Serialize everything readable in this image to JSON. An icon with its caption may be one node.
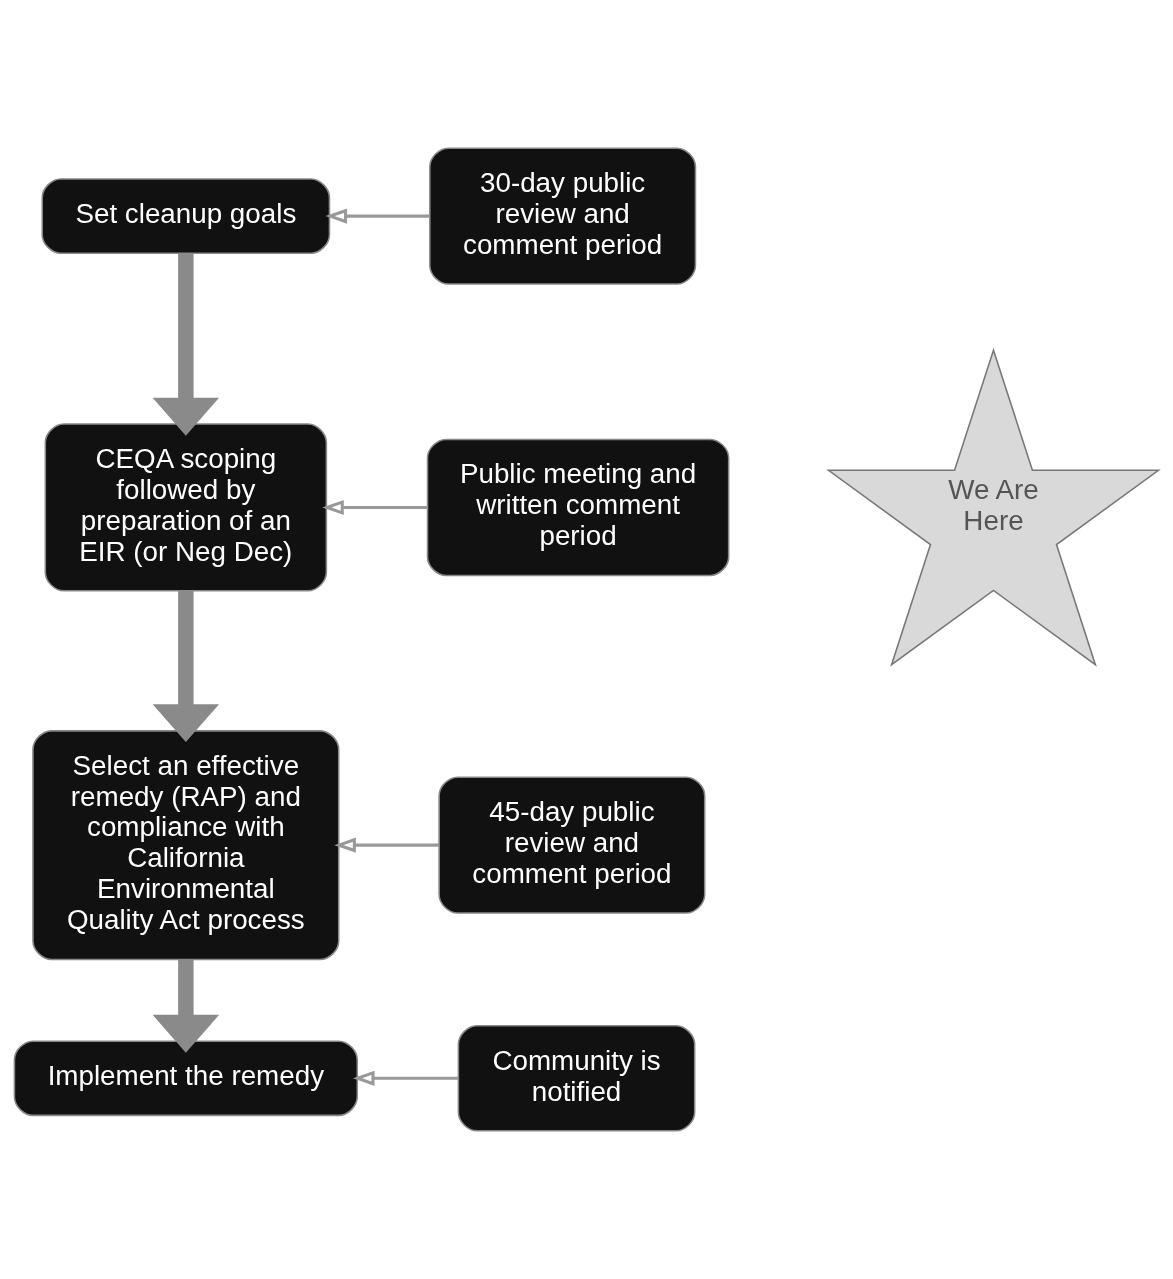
{
  "diagram": {
    "nodes": [
      {
        "text": [
          "Set cleanup goals"
        ]
      },
      {
        "text": [
          "30-day public review and comment period"
        ]
      },
      {
        "text": [
          "CEQA scoping followed by preparation of an EIR (or Neg Dec)"
        ]
      },
      {
        "text": [
          "Public meeting and written comment period"
        ]
      },
      {
        "text": [
          "Select an effective remedy (RAP) and compliance with California Environmental Quality Act process"
        ]
      },
      {
        "text": [
          "45-day public review and comment period"
        ]
      },
      {
        "text": [
          "Implement the remedy"
        ]
      },
      {
        "text": [
          "Community is notified"
        ]
      },
      {
        "text": [
          "We Are Here"
        ]
      }
    ],
    "edges": [
      {
        "from": 1,
        "to": 0,
        "arrow": "to"
      },
      {
        "from": 0,
        "to": 2,
        "arrow": "to",
        "style": "thick",
        "color": "#8a8a8a"
      },
      {
        "from": 3,
        "to": 2,
        "arrow": "to"
      },
      {
        "from": 2,
        "to": 4,
        "arrow": "to",
        "style": "thick",
        "color": "#8a8a8a"
      },
      {
        "from": 5,
        "to": 4,
        "arrow": "to"
      },
      {
        "from": 4,
        "to": 6,
        "arrow": "to",
        "style": "thick",
        "color": "#8a8a8a"
      },
      {
        "from": 7,
        "to": 6,
        "arrow": "to"
      }
    ]
  }
}
